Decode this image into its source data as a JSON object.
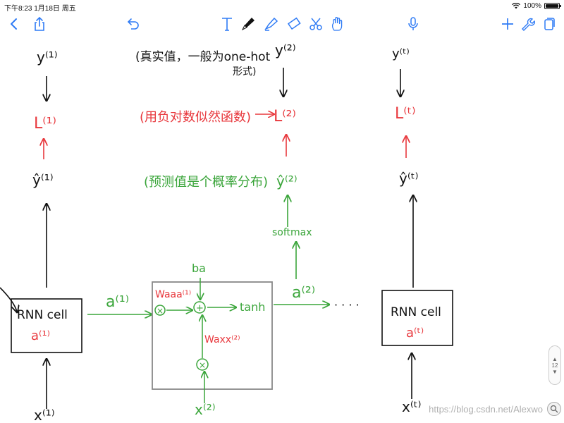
{
  "status": {
    "time": "下午8:23",
    "date": "1月18日 周五",
    "battery": "100%"
  },
  "toolbar": {
    "left": [
      {
        "name": "back-icon",
        "glyph": "chevron-left"
      },
      {
        "name": "share-icon",
        "glyph": "share"
      },
      {
        "name": "undo-icon",
        "glyph": "undo"
      }
    ],
    "tools": [
      "text-tool-icon",
      "pen-tool-icon",
      "highlighter-tool-icon",
      "eraser-tool-icon",
      "scissors-tool-icon",
      "hand-tool-icon"
    ],
    "right": [
      "microphone-icon",
      "add-icon",
      "wrench-icon",
      "pages-icon"
    ]
  },
  "colors": {
    "ink": "#111111",
    "red": "#e8383d",
    "green": "#3aa53a",
    "gray": "#888888"
  },
  "notes": {
    "cell1_y": "y⁽¹⁾",
    "cell1_L": "L⁽¹⁾",
    "cell1_yhat": "ŷ⁽¹⁾",
    "cell1_label": "RNN cell",
    "cell1_a": "a⁽¹⁾",
    "cell1_x": "x⁽¹⁾",
    "a1_arrow": "a⁽¹⁾",
    "truth_note": "(真实值，一般为one-hot",
    "truth_note2": "形式)",
    "cell2_y": "y⁽²⁾",
    "loss_note": "(用负对数似然函数)",
    "cell2_L": "L⁽²⁾",
    "pred_note": "(预测值是个概率分布)",
    "cell2_yhat": "ŷ⁽²⁾",
    "softmax": "softmax",
    "ba": "ba",
    "waa": "Waaa⁽¹⁾",
    "tanh": "tanh",
    "wax": "Waxx⁽²⁾",
    "cell2_x": "x⁽²⁾",
    "a2": "a⁽²⁾",
    "dots": "· · · ·",
    "cellt_y": "y⁽ᵗ⁾",
    "cellt_L": "L⁽ᵗ⁾",
    "cellt_yhat": "ŷ⁽ᵗ⁾",
    "cellt_label": "RNN cell",
    "cellt_a": "a⁽ᵗ⁾",
    "cellt_x": "x⁽ᵗ⁾",
    "page_indicator": "12",
    "watermark": "https://blog.csdn.net/Alexwo"
  }
}
